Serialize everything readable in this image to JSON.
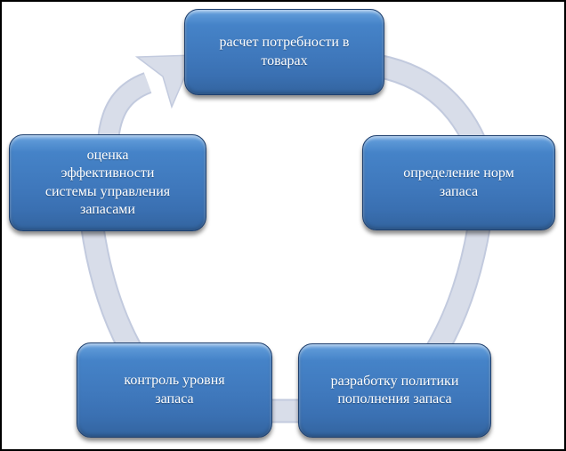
{
  "diagram": {
    "type": "cycle",
    "direction": "clockwise",
    "language": "ru",
    "colors": {
      "node_fill": "#4380c4",
      "node_fill_light": "#86b4e6",
      "node_fill_dark": "#33649f",
      "node_border": "#1d3f6e",
      "node_text": "#ffffff",
      "ring": "#d8dde9",
      "ring_edge": "#c2cade",
      "frame": "#000000",
      "background": "#ffffff"
    },
    "nodes": [
      {
        "id": "top",
        "label": "расчет потребности в\nтоварах"
      },
      {
        "id": "right",
        "label": "определение норм\nзапаса"
      },
      {
        "id": "bottom-right",
        "label": "разработку политики\nпополнения запаса"
      },
      {
        "id": "bottom-left",
        "label": "контроль уровня\nзапаса"
      },
      {
        "id": "left",
        "label": "оценка\nэффективности\nсистемы управления\nзапасами"
      }
    ]
  }
}
